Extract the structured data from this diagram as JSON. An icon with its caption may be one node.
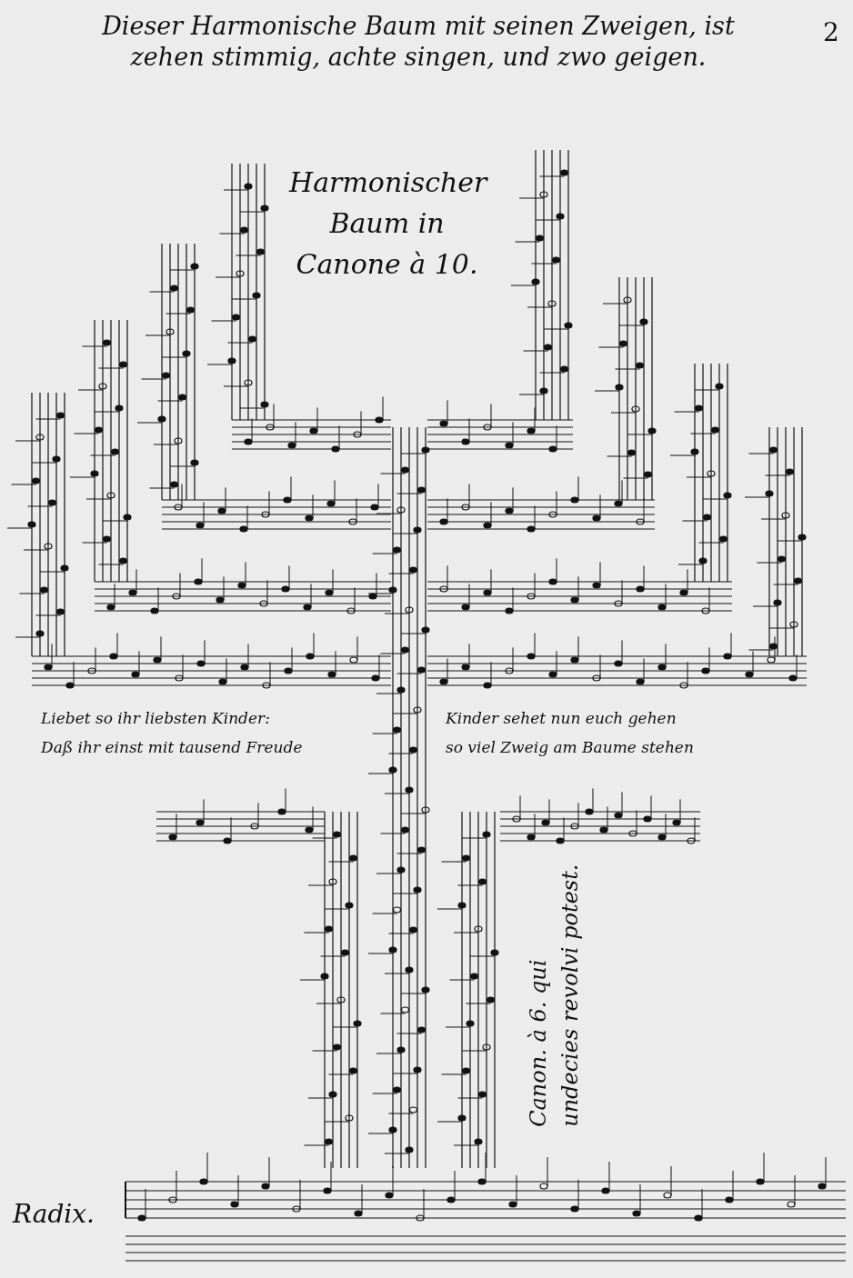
{
  "diagram": {
    "title": "Dieser Harmonische Baum mit seinen Zweigen, ist zehen stimmig, achte singen, und zwo geigen.",
    "labels": [
      "2",
      "Harmonischer Baum in Canone à 10.",
      "Liebet so ihr liebsten Kinder:",
      "Kinder sehet nun euch gehen",
      "Daß ihr einst mit tausend Freude",
      "so viel Zweig am Baume stehen",
      "Canon. à 6. qui undecies revolvi potest.",
      "Radix."
    ]
  }
}
